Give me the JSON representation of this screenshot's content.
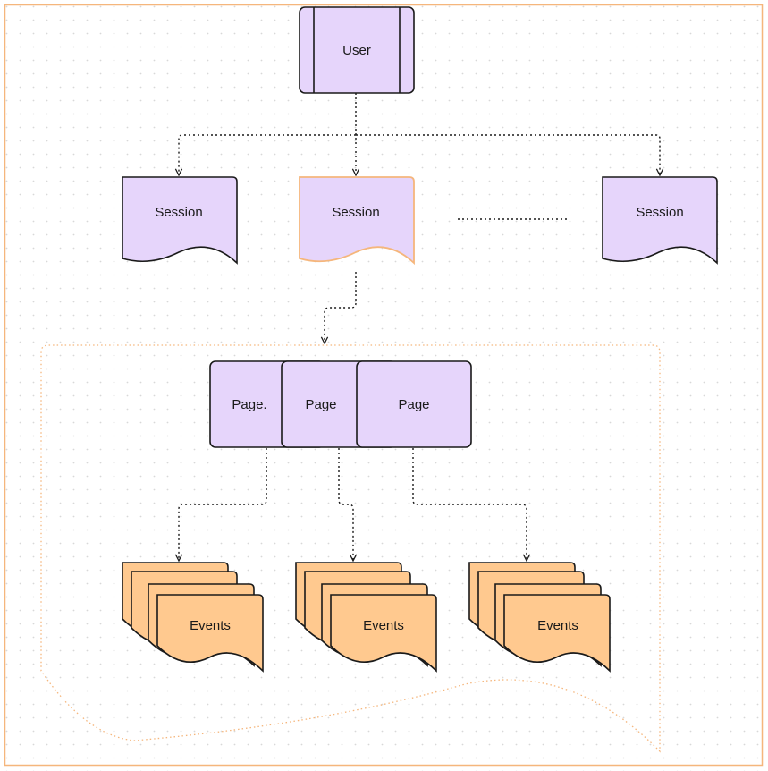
{
  "diagram": {
    "user": {
      "label": "User"
    },
    "sessions": [
      {
        "label": "Session"
      },
      {
        "label": "Session"
      },
      {
        "label": "Session"
      }
    ],
    "pages": [
      {
        "label": "Page."
      },
      {
        "label": "Page"
      },
      {
        "label": "Page"
      }
    ],
    "events": [
      {
        "label": "Events"
      },
      {
        "label": "Events"
      },
      {
        "label": "Events"
      }
    ]
  },
  "colors": {
    "node_fill": "#e6d5fb",
    "node_stroke": "#1a1a1a",
    "event_fill": "#ffc98f",
    "accent_orange": "#f5b67c",
    "background_dot": "#d8d8d8"
  }
}
